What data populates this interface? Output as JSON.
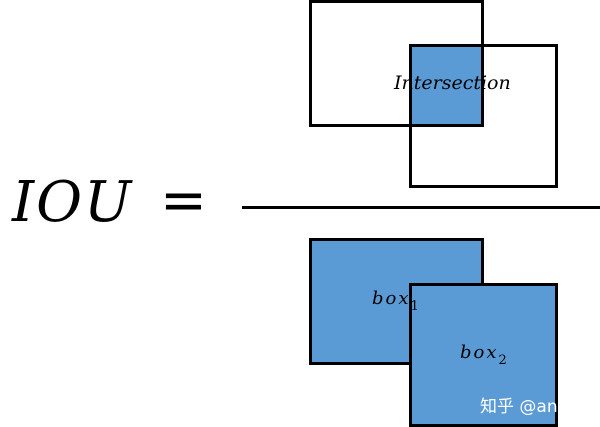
{
  "formula": {
    "lhs": "IOU",
    "equals": "="
  },
  "numerator": {
    "label": "Intersection"
  },
  "denominator": {
    "box1_label": "box",
    "box1_sub": "1",
    "box2_label": "box",
    "box2_sub": "2"
  },
  "watermark": "知乎 @anmc",
  "colors": {
    "fill": "#5b9bd5",
    "stroke": "#000000"
  }
}
